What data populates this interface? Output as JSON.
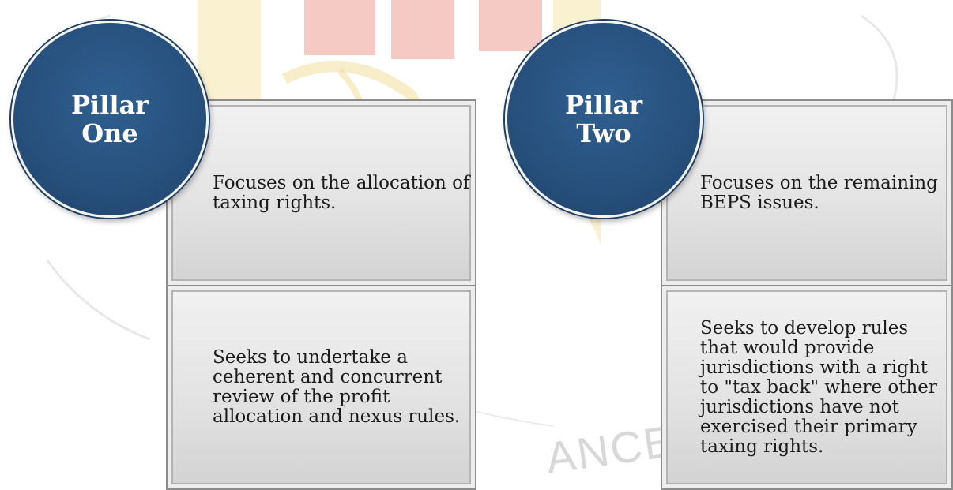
{
  "watermark": {
    "text": "ANCE OF"
  },
  "pillars": [
    {
      "title": "Pillar\nOne",
      "items": [
        "Focuses on the allocation of taxing rights.",
        "Seeks to undertake a ceherent and concurrent review of the profit allocation and nexus rules."
      ]
    },
    {
      "title": "Pillar\nTwo",
      "items": [
        "Focuses on the remaining BEPS issues.",
        "Seeks to develop rules that would provide jurisdictions with a right to \"tax back\" where other jurisdictions have not exercised their primary taxing rights."
      ]
    }
  ],
  "colors": {
    "circle_fill": "#27507c",
    "circle_text": "#ffffff",
    "box_fill": "#e3e3e3",
    "watermark_red": "#e8a7a0",
    "watermark_gold": "#f3e19a"
  }
}
